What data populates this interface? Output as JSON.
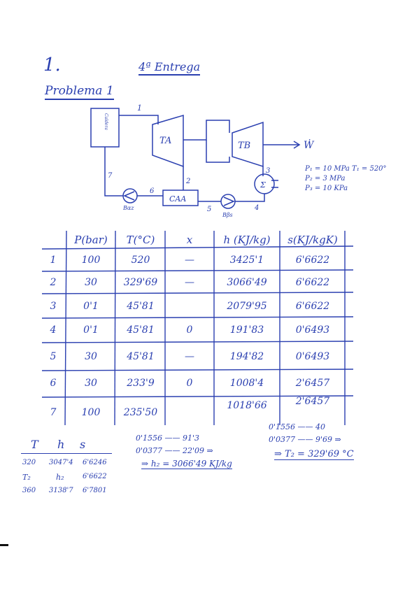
{
  "header": {
    "page_number": "1.",
    "delivery": "4ª Entrega",
    "problem": "Problema 1"
  },
  "diagram": {
    "boiler": "Caldera",
    "turbine_a": "TA",
    "turbine_b": "TB",
    "condenser": "Σ",
    "heater": "CAA",
    "pump_low": "Bβs",
    "pump_high": "Bαz",
    "work_label": "Ẇ",
    "state_labels": [
      "1",
      "2",
      "3",
      "4",
      "5",
      "6",
      "7"
    ],
    "conditions": [
      "P₁ = 10 MPa   T₁ = 520°",
      "P₂ = 3 MPa",
      "P₃ = 10 KPa"
    ]
  },
  "table": {
    "headers": [
      "",
      "P(bar)",
      "T(°C)",
      "x",
      "h (KJ/kg)",
      "s(KJ/kgK)"
    ],
    "rows": [
      [
        "1",
        "100",
        "520",
        "—",
        "3425'1",
        "6'6622"
      ],
      [
        "2",
        "30",
        "329'69",
        "—",
        "3066'49",
        "6'6622"
      ],
      [
        "3",
        "0'1",
        "45'81",
        "",
        "2079'95",
        "6'6622"
      ],
      [
        "4",
        "0'1",
        "45'81",
        "0",
        "191'83",
        "0'6493"
      ],
      [
        "5",
        "30",
        "45'81",
        "—",
        "194'82",
        "0'6493"
      ],
      [
        "6",
        "30",
        "233'9",
        "0",
        "1008'4",
        "2'6457"
      ],
      [
        "7",
        "100",
        "235'50",
        "",
        "1018'66",
        "2'6457"
      ]
    ]
  },
  "interp_table": {
    "headers": [
      "T",
      "h",
      "s"
    ],
    "rows": [
      [
        "320",
        "3047'4",
        "6'6246"
      ],
      [
        "T₂",
        "h₂",
        "6'6622"
      ],
      [
        "360",
        "3138'7",
        "6'7801"
      ]
    ]
  },
  "calc_h": {
    "lines": [
      "0'1556 —— 91'3",
      "0'0377 —— 22'09 ⇒"
    ],
    "result": "⇒ h₂ = 3066'49 KJ/kg"
  },
  "calc_t": {
    "lines": [
      "0'1556 —— 40",
      "0'0377 —— 9'69 ⇒"
    ],
    "result": "⇒ T₂ = 329'69 °C"
  }
}
